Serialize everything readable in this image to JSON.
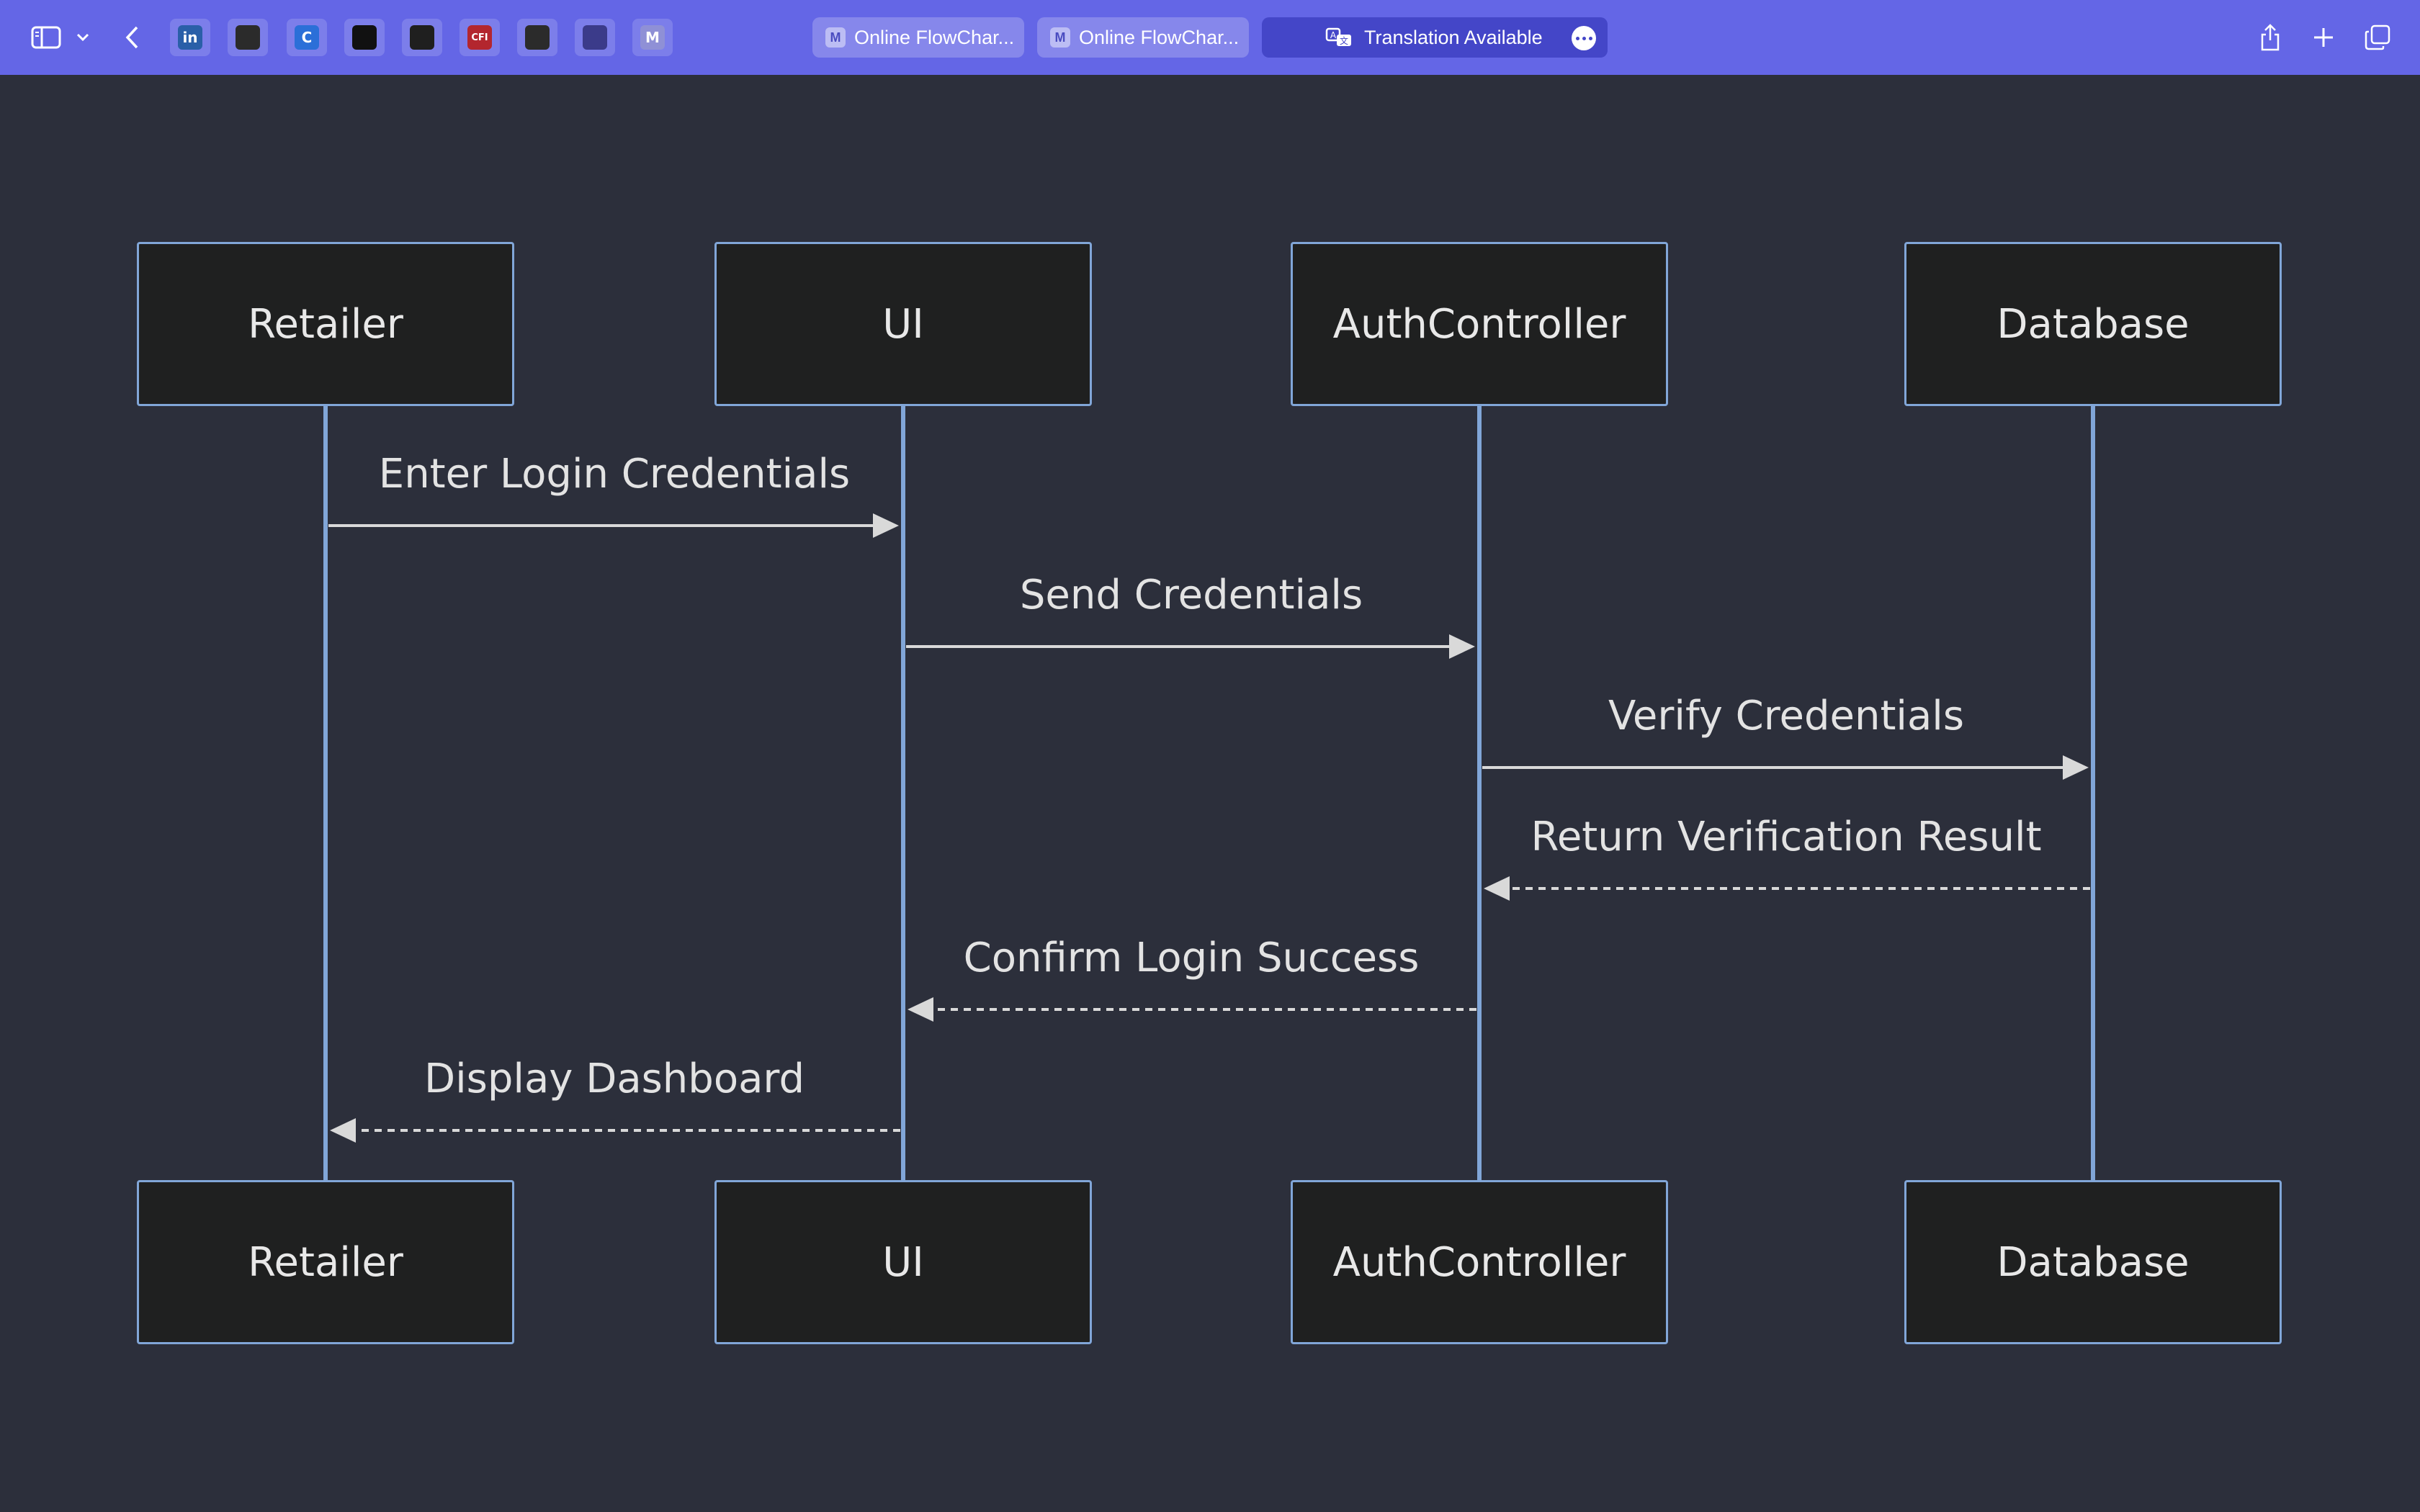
{
  "browser": {
    "favorites": [
      {
        "icon": "linkedin-icon",
        "text": "in",
        "color": "#2a5fa8"
      },
      {
        "icon": "github-icon",
        "text": "",
        "color": "#2b2b2b"
      },
      {
        "icon": "c-app-icon",
        "text": "C",
        "color": "#2b6fd8"
      },
      {
        "icon": "medium-icon",
        "text": "",
        "color": "#111111"
      },
      {
        "icon": "openai-icon",
        "text": "",
        "color": "#1f1f1f"
      },
      {
        "icon": "cfi-icon",
        "text": "CFI",
        "color": "#b3262e"
      },
      {
        "icon": "record-icon",
        "text": "",
        "color": "#2b2b2b"
      },
      {
        "icon": "stripes-icon",
        "text": "",
        "color": "#3b3b8a"
      },
      {
        "icon": "m-app-icon",
        "text": "M",
        "color": "#8f90d6"
      }
    ],
    "tabs": [
      {
        "favicon": "M",
        "label": "Online FlowChar..."
      },
      {
        "favicon": "M",
        "label": "Online FlowChar..."
      },
      {
        "favicon": "",
        "label": "Translation Available"
      }
    ]
  },
  "diagram": {
    "actors": [
      "Retailer",
      "UI",
      "AuthController",
      "Database"
    ],
    "messages": [
      {
        "from": 0,
        "to": 1,
        "label": "Enter Login Credentials",
        "style": "solid"
      },
      {
        "from": 1,
        "to": 2,
        "label": "Send Credentials",
        "style": "solid"
      },
      {
        "from": 2,
        "to": 3,
        "label": "Verify Credentials",
        "style": "solid"
      },
      {
        "from": 3,
        "to": 2,
        "label": "Return Verification Result",
        "style": "dashed"
      },
      {
        "from": 2,
        "to": 1,
        "label": "Confirm Login Success",
        "style": "dashed"
      },
      {
        "from": 1,
        "to": 0,
        "label": "Display Dashboard",
        "style": "dashed"
      }
    ],
    "colors": {
      "background": "#2c2f3b",
      "actor_fill": "#1f2020",
      "actor_border": "#81a6d8",
      "lifeline": "#81a6d8",
      "message": "#d9d9d9",
      "text": "#e3e3e3"
    }
  }
}
